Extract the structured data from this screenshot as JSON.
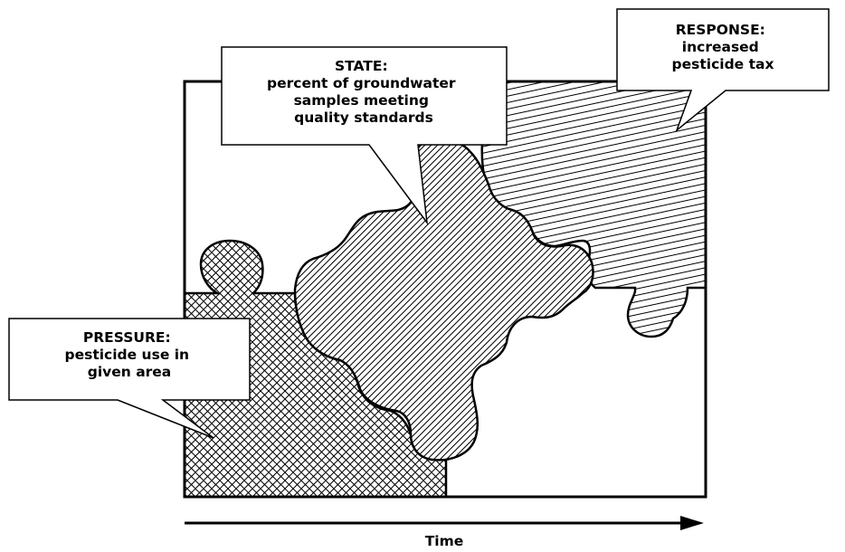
{
  "callouts": {
    "pressure": {
      "title": "PRESSURE:",
      "lines": [
        "pesticide use in",
        "given area"
      ]
    },
    "state": {
      "title": "STATE:",
      "lines": [
        "percent of groundwater",
        "samples meeting",
        "quality standards"
      ]
    },
    "response": {
      "title": "RESPONSE:",
      "lines": [
        "increased",
        "pesticide tax"
      ]
    }
  },
  "axis": {
    "label": "Time"
  },
  "colors": {
    "ink": "#000000",
    "paper": "#ffffff"
  }
}
